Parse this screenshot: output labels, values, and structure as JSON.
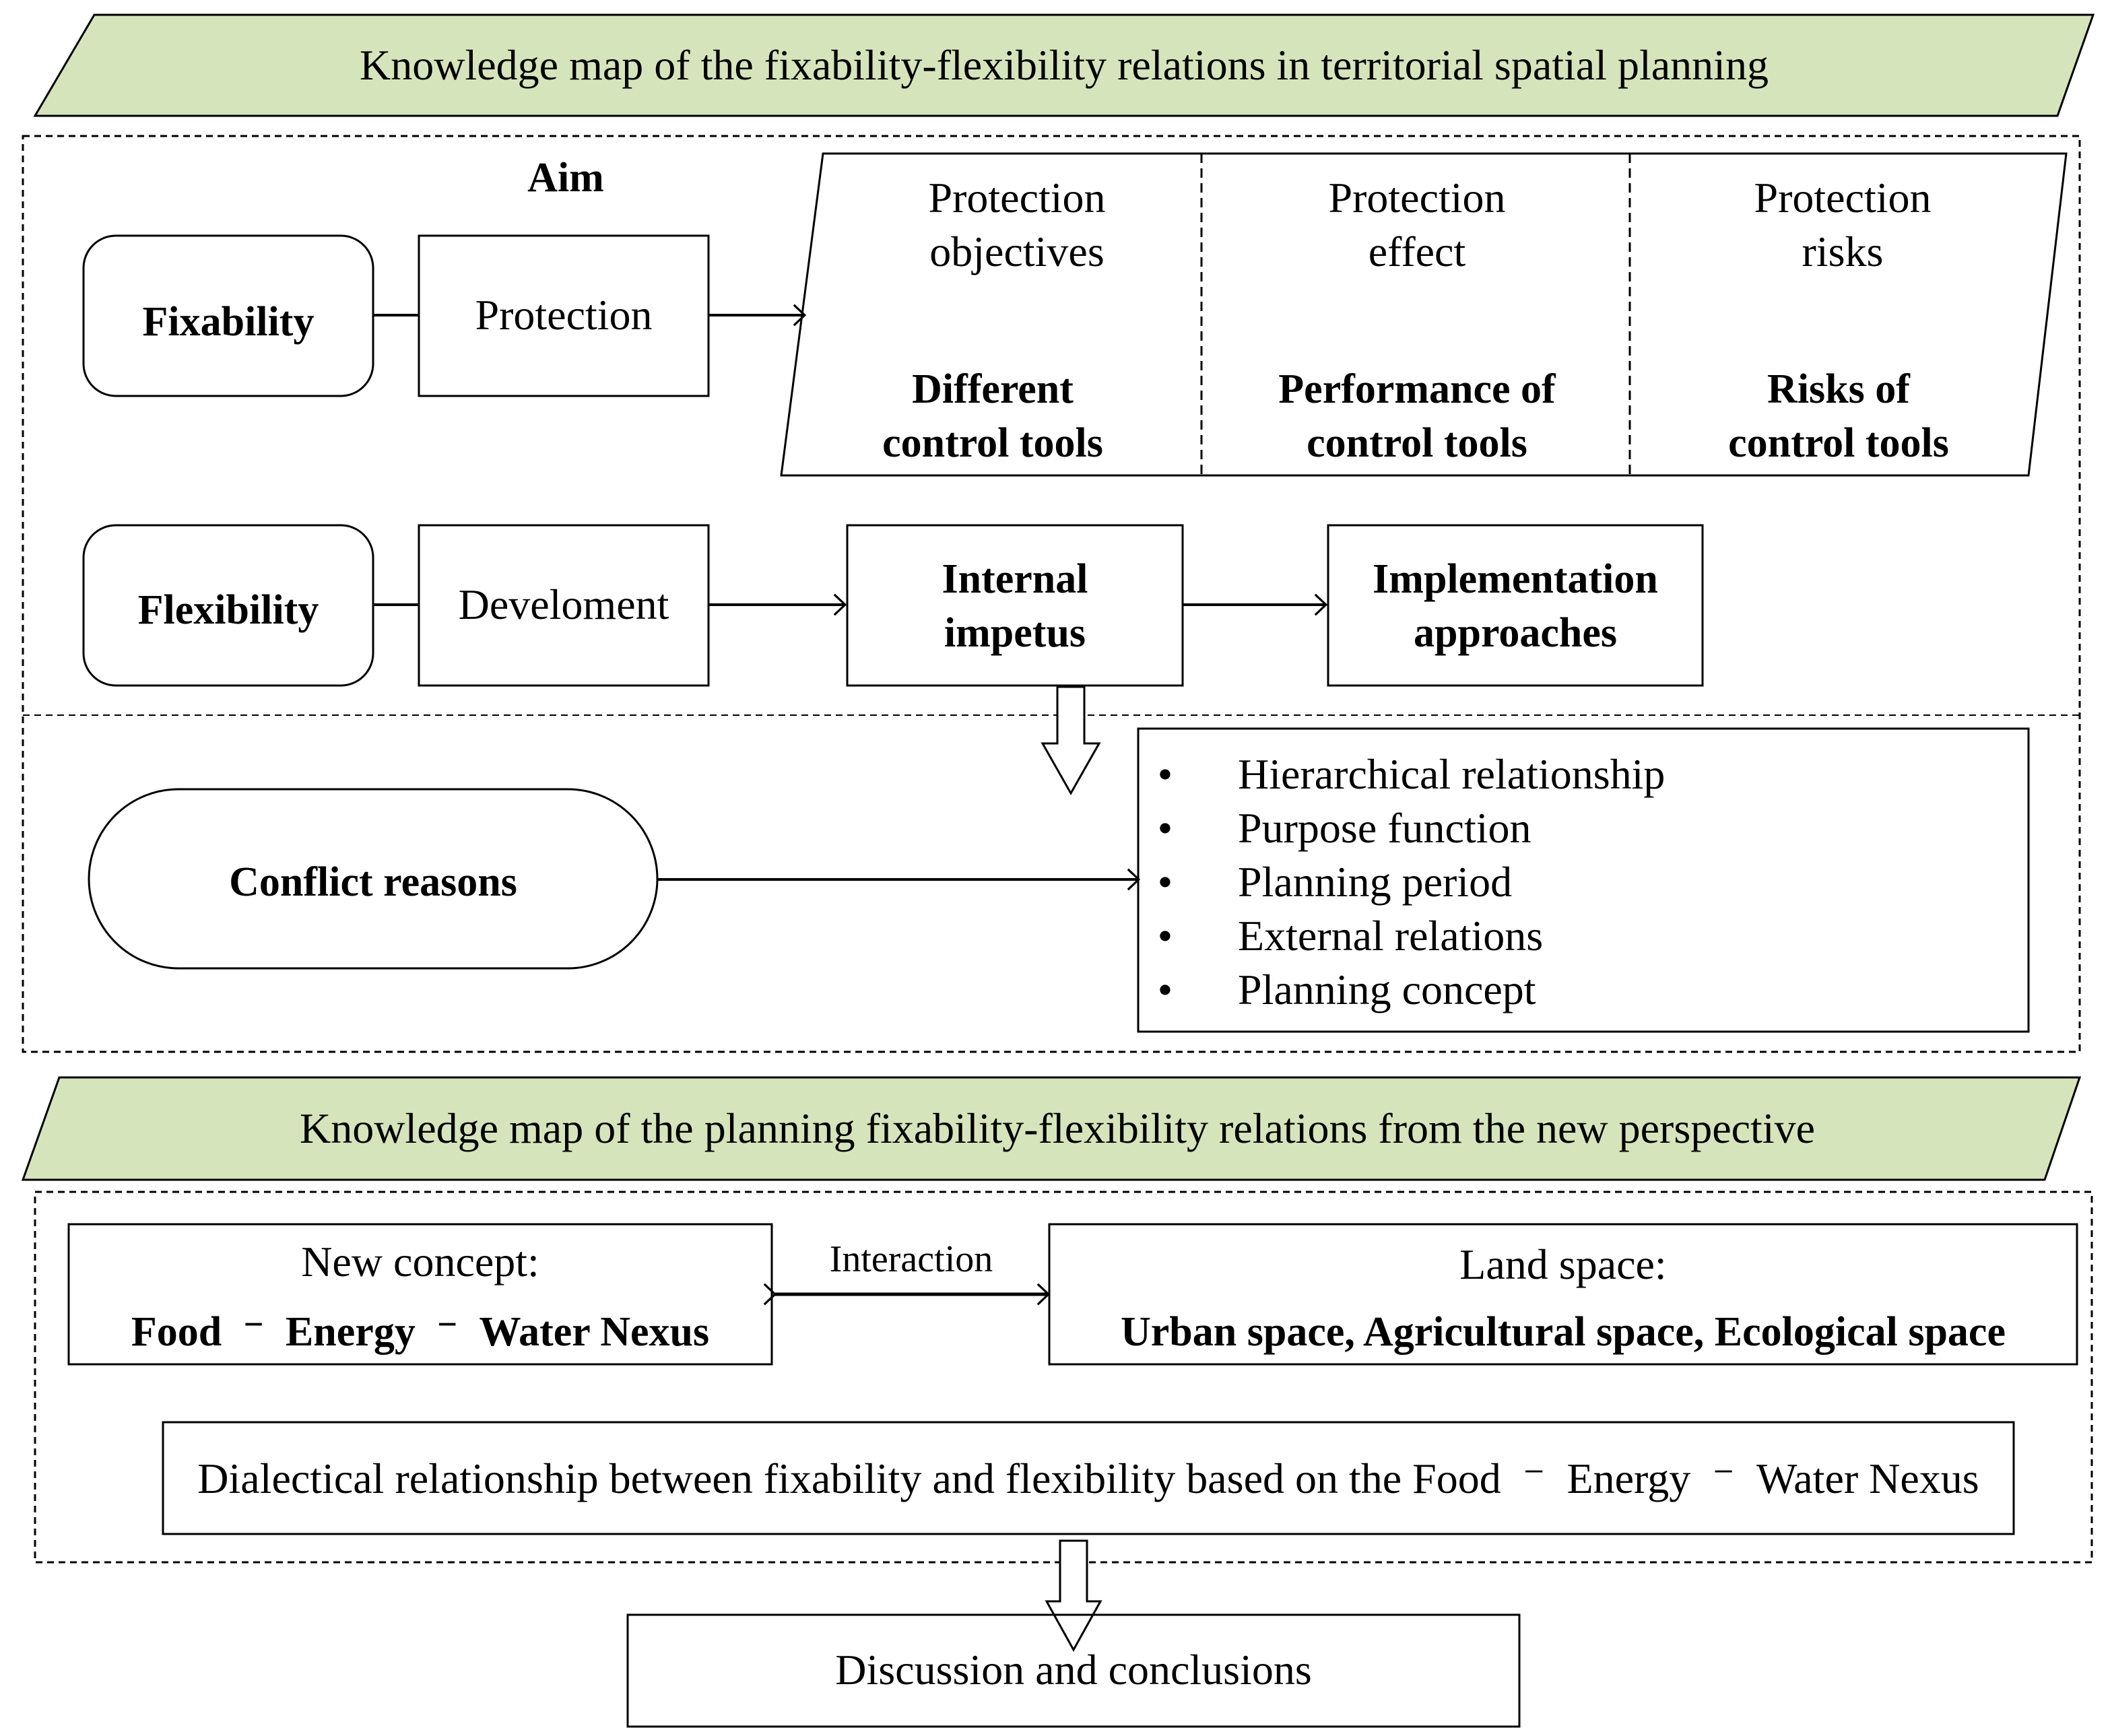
{
  "section1": {
    "banner": "Knowledge map of  the fixability-flexibility relations in territorial spatial planning",
    "aim_label": "Aim",
    "fixability": {
      "label": "Fixability",
      "aim": "Protection",
      "columns": [
        {
          "top": [
            "Protection",
            "objectives"
          ],
          "bottom": [
            "Different",
            "control tools"
          ]
        },
        {
          "top": [
            "Protection",
            "effect"
          ],
          "bottom": [
            "Performance of",
            "control tools"
          ]
        },
        {
          "top": [
            "Protection",
            "risks"
          ],
          "bottom": [
            "Risks of",
            "control tools"
          ]
        }
      ]
    },
    "flexibility": {
      "label": "Flexibility",
      "aim": "Develoment",
      "impetus": [
        "Internal",
        "impetus"
      ],
      "approaches": [
        "Implementation",
        "approaches"
      ]
    },
    "conflict": {
      "label": "Conflict reasons",
      "reasons": [
        "Hierarchical relationship",
        "Purpose function",
        "Planning period",
        "External relations",
        "Planning concept"
      ]
    }
  },
  "section2": {
    "banner": "Knowledge map of  the planning fixability-flexibility relations from the new perspective",
    "new_concept": {
      "title": "New concept:",
      "value": "Food ⁻ Energy ⁻ Water Nexus"
    },
    "interaction_label": "Interaction",
    "land_space": {
      "title": "Land space:",
      "value": "Urban space, Agricultural space, Ecological space"
    },
    "dialectical": "Dialectical relationship between fixability and flexibility based on the Food ⁻ Energy ⁻ Water Nexus"
  },
  "conclusion": "Discussion and conclusions",
  "colors": {
    "banner_fill": "#d6e4bc",
    "stroke": "#000000",
    "background": "#ffffff"
  }
}
